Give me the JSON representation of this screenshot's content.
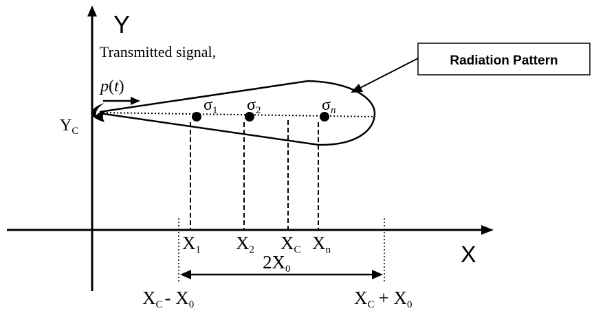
{
  "axes": {
    "y_label": "Y",
    "x_label": "X"
  },
  "transmitted": {
    "line1": "Transmitted signal,",
    "func_p": "p",
    "func_t": "t"
  },
  "callout": {
    "label": "Radiation Pattern"
  },
  "yc": {
    "main": "Y",
    "sub": "C"
  },
  "sigmas": [
    {
      "main": "σ",
      "sub": "1"
    },
    {
      "main": "σ",
      "sub": "2"
    },
    {
      "main": "σ",
      "sub": "n"
    }
  ],
  "x_ticks": [
    {
      "main": "X",
      "sub": "1"
    },
    {
      "main": "X",
      "sub": "2"
    },
    {
      "main": "X",
      "sub": "C"
    },
    {
      "main": "X",
      "sub": "n"
    }
  ],
  "span": {
    "label_main": "2X",
    "label_sub": "0",
    "left_main": "X",
    "left_sub": "C",
    "left_mid": "- X",
    "left_sub2": "0",
    "right_main": "X",
    "right_sub": "C",
    "right_mid": "+ X",
    "right_sub2": "0"
  }
}
